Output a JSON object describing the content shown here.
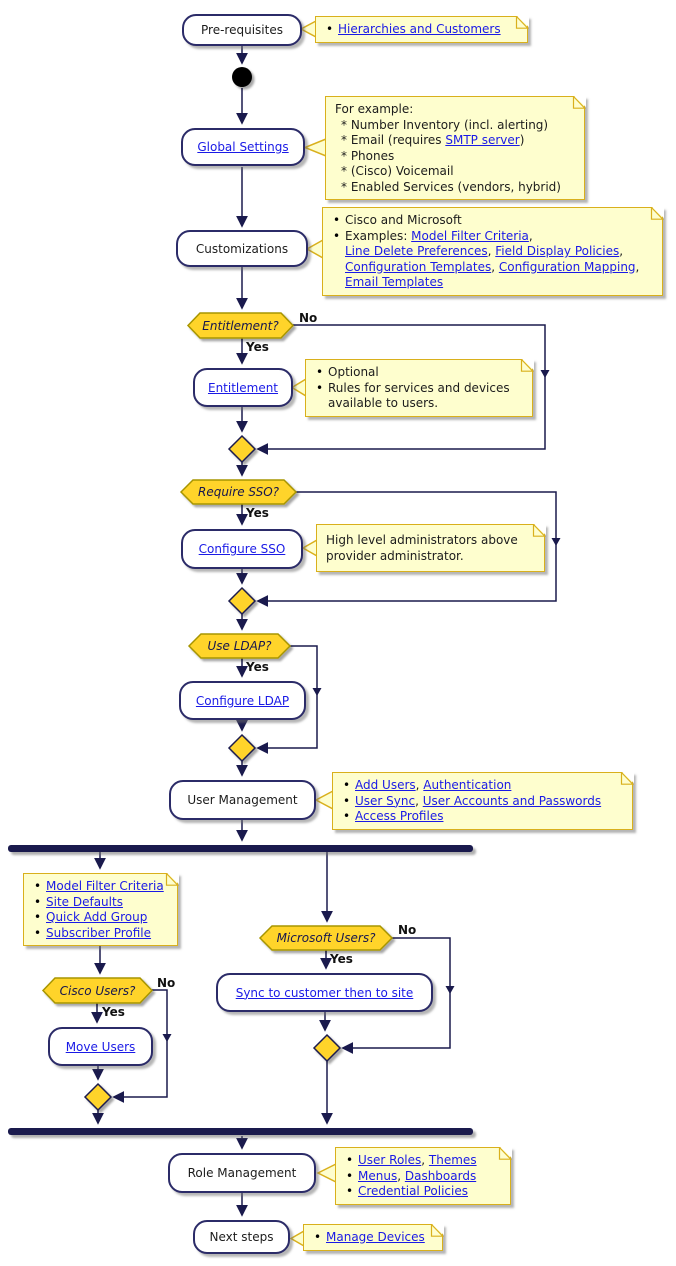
{
  "colors": {
    "note_bg": "#FEFECE",
    "note_border": "#D9B01C",
    "decision_fill": "#FFD42A",
    "decision_border": "#A79500",
    "line": "#1A1A4D",
    "link": "#1A1AE6"
  },
  "branch_labels": {
    "yes": "Yes",
    "no": "No"
  },
  "activities": {
    "prerequisites": "Pre-requisites",
    "global_settings": "Global Settings",
    "customizations": "Customizations",
    "entitlement": "Entitlement",
    "configure_sso": "Configure SSO",
    "configure_ldap": "Configure LDAP",
    "user_management": "User Management",
    "move_users": "Move Users",
    "sync_to_customer": "Sync to customer then to site",
    "role_management": "Role Management",
    "next_steps": "Next steps"
  },
  "decisions": {
    "entitlement": "Entitlement?",
    "require_sso": "Require SSO?",
    "use_ldap": "Use LDAP?",
    "cisco_users": "Cisco Users?",
    "microsoft_users": "Microsoft Users?"
  },
  "notes": {
    "prerequisites": {
      "link": "Hierarchies and Customers"
    },
    "global_settings": {
      "title": "For example:",
      "item1": "* Number Inventory (incl. alerting)",
      "item2_pre": "* Email (requires ",
      "item2_link": "SMTP server",
      "item2_post": ")",
      "item3": "* Phones",
      "item4": "* (Cisco) Voicemail",
      "item5": "* Enabled Services (vendors, hybrid)"
    },
    "customizations": {
      "line1": "Cisco and Microsoft",
      "line2_pre": "Examples: ",
      "line2_link": "Model Filter Criteria",
      "line2_post": ",",
      "line3_link1": "Line Delete Preferences",
      "line3_sep": ", ",
      "line3_link2": "Field Display Policies",
      "line3_post": ",",
      "line4_link1": "Configuration Templates",
      "line4_sep": ", ",
      "line4_link2": "Configuration Mapping",
      "line4_post": ",",
      "line5_link": "Email Templates"
    },
    "entitlement": {
      "line1": "Optional",
      "line2": "Rules for services and devices",
      "line3": "available to users."
    },
    "configure_sso": {
      "line1": "High level administrators above",
      "line2": "provider administrator."
    },
    "user_management": {
      "line1_link1": "Add Users",
      "line1_sep": ", ",
      "line1_link2": "Authentication",
      "line2_link1": "User Sync",
      "line2_sep": ", ",
      "line2_link2": "User Accounts and Passwords",
      "line3_link": "Access Profiles"
    },
    "site_prep": {
      "link1": "Model Filter Criteria",
      "link2": "Site Defaults",
      "link3": "Quick Add Group",
      "link4": "Subscriber Profile"
    },
    "role_management": {
      "line1_link1": "User Roles",
      "line1_sep": ", ",
      "line1_link2": "Themes",
      "line2_link1": "Menus",
      "line2_sep": ", ",
      "line2_link2": "Dashboards",
      "line3_link": "Credential Policies"
    },
    "next_steps": {
      "link": "Manage Devices"
    }
  }
}
